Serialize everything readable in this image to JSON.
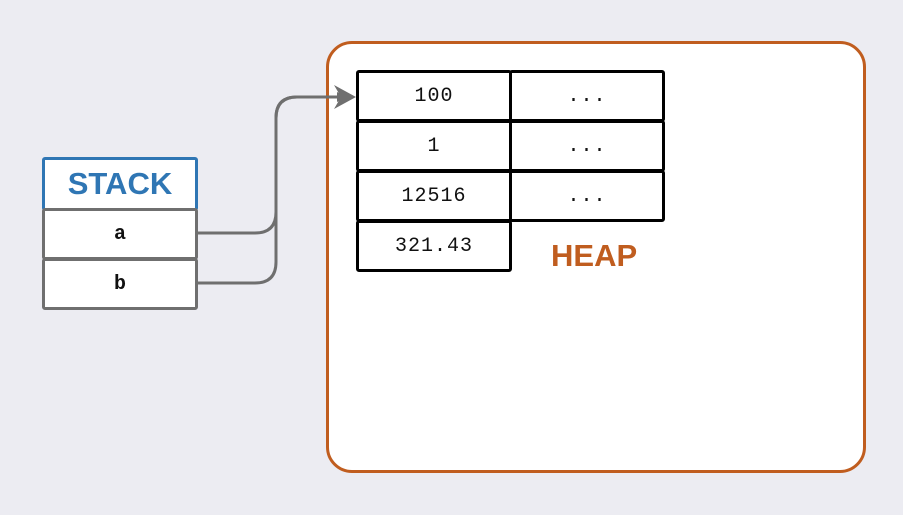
{
  "stack": {
    "title": "STACK",
    "variables": [
      "a",
      "b"
    ]
  },
  "heap": {
    "title": "HEAP",
    "values": [
      "100",
      "1",
      "12516",
      "321.43"
    ],
    "continuation": [
      "...",
      "...",
      "..."
    ]
  },
  "colors": {
    "background": "#ececf2",
    "stack_accent": "#2f76b4",
    "heap_accent": "#c05d1f",
    "pointer": "#6f6f6f"
  }
}
